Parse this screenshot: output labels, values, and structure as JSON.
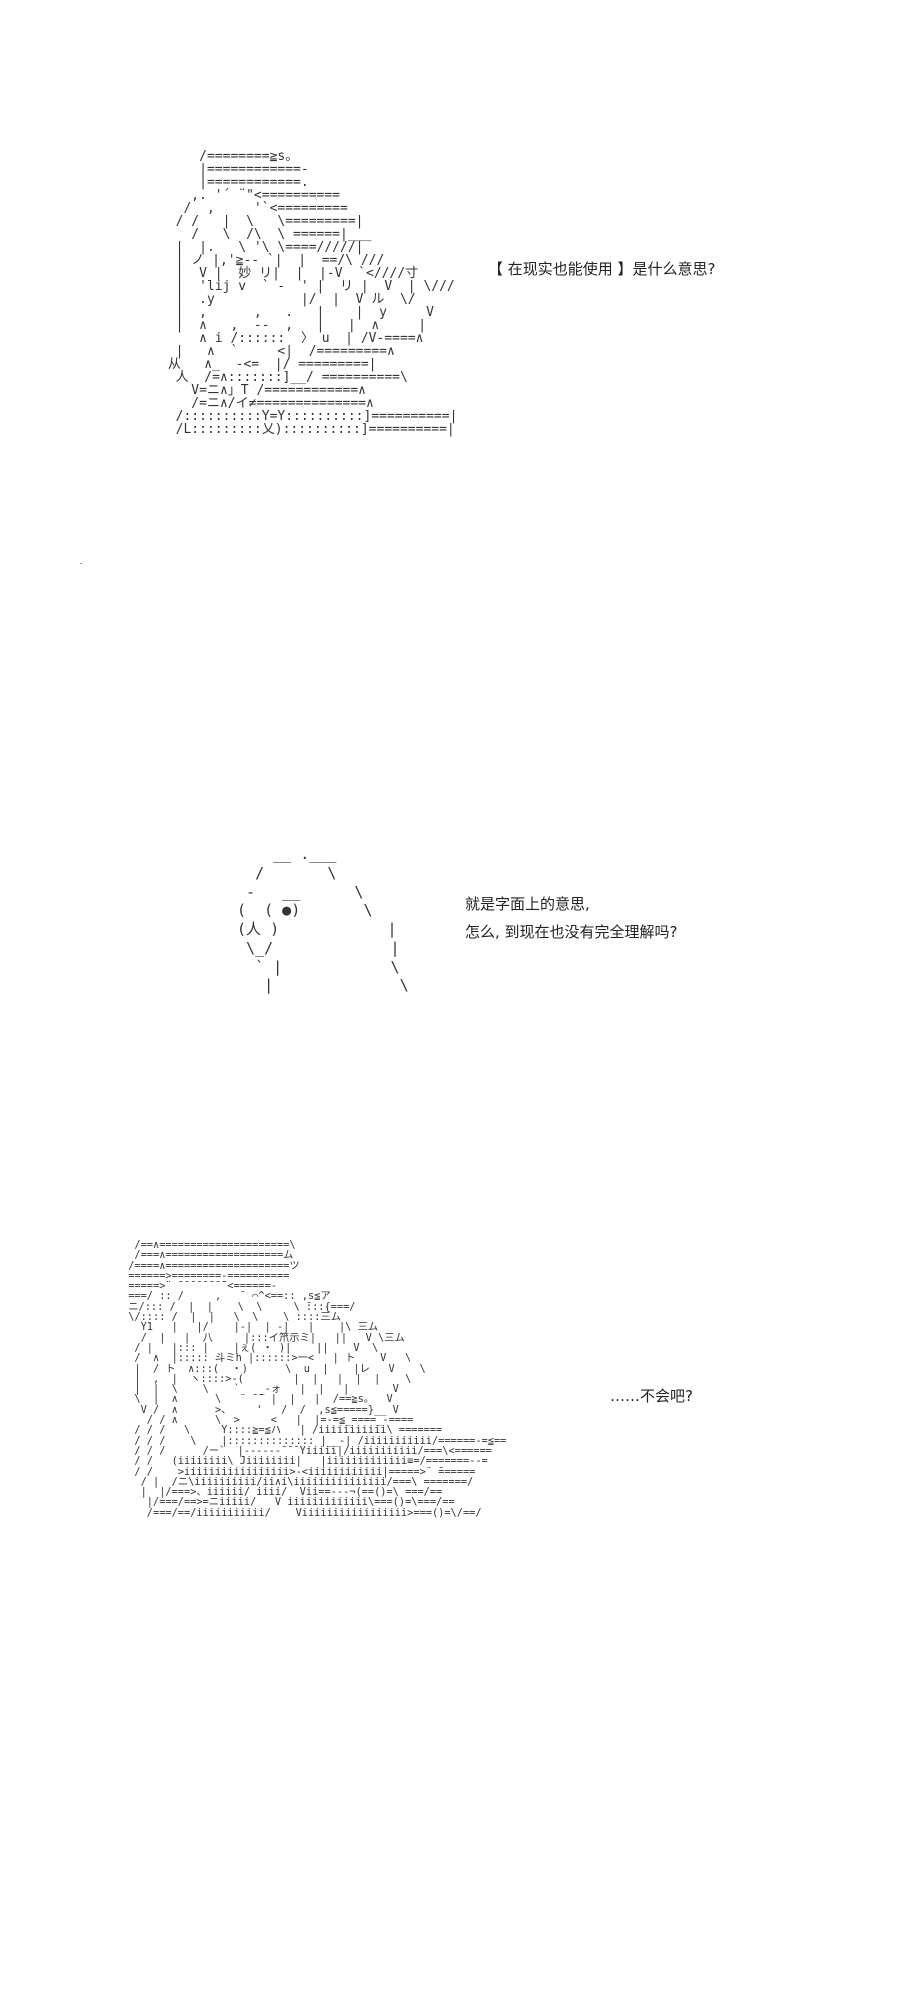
{
  "panels": [
    {
      "caption_lines": [
        "【 在现实也能使用 】是什么意思?"
      ],
      "art": "     /========≧s。\n     |============-\n     |============.\n    ,. '´ ¨\"<==========\n   /  ,     '`<=========\n  / /   |  \\   \\=========|\n    /   \\  /\\  \\ ======|___\n  |  |.   \\ '\\ \\====/////|\n  | ノ |,'≧-- `|  |  ==/\\ ///\n  |  V |  妙 リ|  |  |-V  `<////寸\n  |  'lij v  ` -  ' |  リ |  V  | \\///\n  |  .y           |/  |  V ル  \\/\n  |  ,      ,   .   |    |  y     V\n  |  ∧   ,  --  ,   |   |  ∧     |\n     ∧ i /::::::  〉 u  | /V-====∧\n  |   ∧  `     <|  /=========∧\n 从   ∧_  -<=  |/ =========|\n  人  /=∧:::::::]__/ ==========\\\n    V=ニ∧」T /============∧\n    /=ニ∧/イ≠==============∧\n  /::::::::::Y=Y::::::::::]==========|\n  /L:::::::::乂)::::::::::]==========|"
    },
    {
      "caption_lines": [
        "就是字面上的意思,",
        "怎么, 到现在也没有完全理解吗?"
      ],
      "art": "     __ .___\n   /       \\\n  -   __      \\\n (  ( ●)       \\\n (人 )            |\n  \\_/             |\n   ` |            \\\n    |              \\"
    },
    {
      "caption_lines": [
        "……不会吧?"
      ],
      "art": "  /==∧=====================\\\n  /===∧===================ム\n /====∧====================ツ\n ======>========-==========\n =====>¨ ̄ ̄ ̄ ̄ ̄ ̄ ̄ ̄¨<======-\n ===/ :: /     ,   ¨ ⌒^<==:: ,s≦ア\n ニ/::: /  |  |    \\  \\     \\ ̄:::{===/\n \\/:::: /  |  |   \\  \\    \\ ::::三ム\n   Y1   |   |/    |-|  | -|   |    |\\ 三ム\n   /  |   |  八     |:::イ笊示ミ|   ||   V \\三ム\n  / |   |::: |    |ぇ( ・ )|    ||    V  \\\n  /  ∧  |::::: 斗ミh |::::::>一<   | ト    V   \\\n  |  / ト  ∧:::(  ・)      \\  u  |    |レ   V    \\\n  |  ,  |  ヽ::::>-(        |  |   |  |  |    \\\n  |  |  \\    \\    `   _-ォ   |  |   |       V\n  \\  |  ∧      \\   ¨ ̄ ̄  |  |   |  /==≧s。  V\n   V /  ∧      >、    '   /  /  ,s≦=====}__ V\n    / / ∧      \\  >     <   |  |=-=≦_====_-====\n  / / /   \\     Y::::≧=≦ハ   | /iiiiiiiiiii\\ =======\n  / / /    \\    |:::::::::::::: |__-| /iiiiiiiiiii/======-=≦==\n  / / /      /ー`  |------¯¯¯Yiiiii|/iiiiiiiiiii/===\\<======\n  / /   (iiiiiiii\\ Jiiiiiiii|   |iiiiiiiiiiiii≡=/=======--=\n  / /    >iiiiiiiiiiiiiiiii>-<iiiiiiiiiiii|=====>¨ ̄======\n   / |  /ニ\\iiiiiiiiii/ii∧i\\iiiiiiiiiiiiiii/===\\ =======/\n   |  |/===>、iiiiii/ iiii/  Vii==---¬(==()=\\ ===/==\n    |/===/==>=ニiiiii/   V iiiiiiiiiiiii\\===()=\\===/==\n    /===/==/iiiiiiiiiii/    Viiiiiiiiiiiiiiiii>===()=\\/==/"
    }
  ]
}
